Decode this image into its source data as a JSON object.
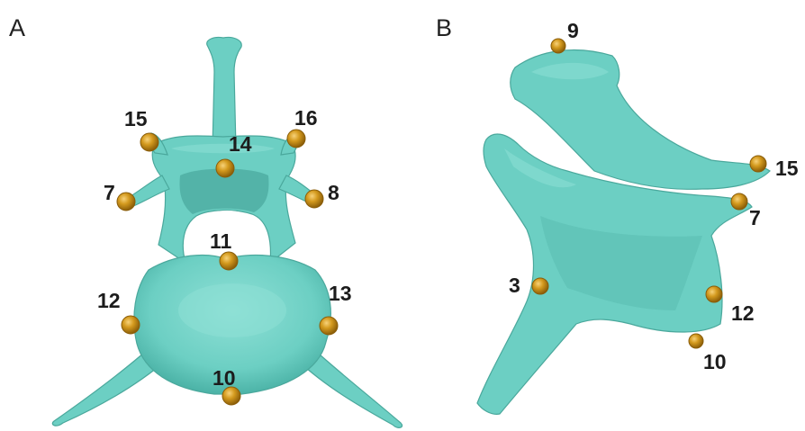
{
  "panels": [
    {
      "id": "A",
      "letter": "A",
      "landmarks": [
        {
          "id": "15",
          "label": "15"
        },
        {
          "id": "16",
          "label": "16"
        },
        {
          "id": "14",
          "label": "14"
        },
        {
          "id": "7",
          "label": "7"
        },
        {
          "id": "8",
          "label": "8"
        },
        {
          "id": "11",
          "label": "11"
        },
        {
          "id": "12",
          "label": "12"
        },
        {
          "id": "13",
          "label": "13"
        },
        {
          "id": "10",
          "label": "10"
        }
      ]
    },
    {
      "id": "B",
      "letter": "B",
      "landmarks": [
        {
          "id": "9",
          "label": "9"
        },
        {
          "id": "15",
          "label": "15"
        },
        {
          "id": "7",
          "label": "7"
        },
        {
          "id": "3",
          "label": "3"
        },
        {
          "id": "12",
          "label": "12"
        },
        {
          "id": "10",
          "label": "10"
        }
      ]
    }
  ],
  "colors": {
    "bone": "#6ccfc3",
    "bone_outline": "#4aa89c",
    "landmark": "#d49a1e",
    "label": "#1c1c1c",
    "background": "#ffffff"
  }
}
